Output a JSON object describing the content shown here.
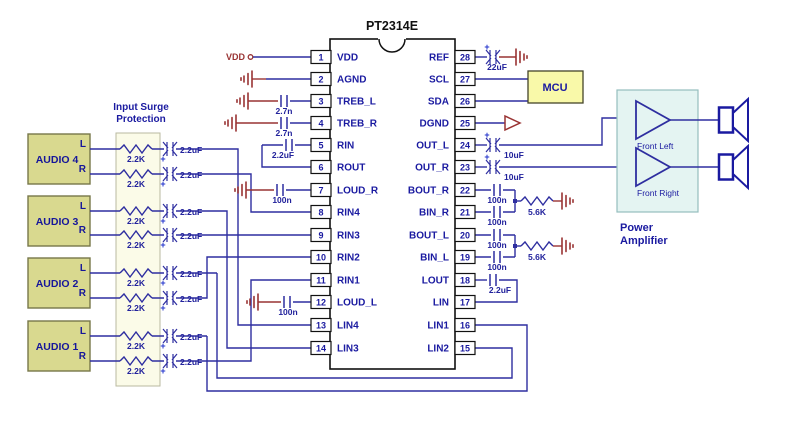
{
  "ic": {
    "title": "PT2314E",
    "left_pins": [
      {
        "num": "1",
        "label": "VDD"
      },
      {
        "num": "2",
        "label": "AGND"
      },
      {
        "num": "3",
        "label": "TREB_L"
      },
      {
        "num": "4",
        "label": "TREB_R"
      },
      {
        "num": "5",
        "label": "RIN"
      },
      {
        "num": "6",
        "label": "ROUT"
      },
      {
        "num": "7",
        "label": "LOUD_R"
      },
      {
        "num": "8",
        "label": "RIN4"
      },
      {
        "num": "9",
        "label": "RIN3"
      },
      {
        "num": "10",
        "label": "RIN2"
      },
      {
        "num": "11",
        "label": "RIN1"
      },
      {
        "num": "12",
        "label": "LOUD_L"
      },
      {
        "num": "13",
        "label": "LIN4"
      },
      {
        "num": "14",
        "label": "LIN3"
      }
    ],
    "right_pins": [
      {
        "num": "28",
        "label": "REF"
      },
      {
        "num": "27",
        "label": "SCL"
      },
      {
        "num": "26",
        "label": "SDA"
      },
      {
        "num": "25",
        "label": "DGND"
      },
      {
        "num": "24",
        "label": "OUT_L"
      },
      {
        "num": "23",
        "label": "OUT_R"
      },
      {
        "num": "22",
        "label": "BOUT_R"
      },
      {
        "num": "21",
        "label": "BIN_R"
      },
      {
        "num": "20",
        "label": "BOUT_L"
      },
      {
        "num": "19",
        "label": "BIN_L"
      },
      {
        "num": "18",
        "label": "LOUT"
      },
      {
        "num": "17",
        "label": "LIN"
      },
      {
        "num": "16",
        "label": "LIN1"
      },
      {
        "num": "15",
        "label": "LIN2"
      }
    ]
  },
  "power": {
    "vdd_label": "VDD"
  },
  "surge": {
    "title_line1": "Input Surge",
    "title_line2": "Protection",
    "resistor": "2.2K",
    "cap": "2.2uF",
    "plus": "+"
  },
  "audio": {
    "blocks": [
      "AUDIO 4",
      "AUDIO 3",
      "AUDIO 2",
      "AUDIO 1"
    ],
    "left_ch": "L",
    "right_ch": "R"
  },
  "values": {
    "treb_cap": "2.7n",
    "rin_cap": "2.2uF",
    "loud_cap": "100n",
    "ref_cap": "22uF",
    "out_cap": "10uF",
    "coupling_cap": "100n",
    "bias_res": "5.6K",
    "lout_cap": "2.2uF",
    "plus": "+"
  },
  "mcu": {
    "label": "MCU"
  },
  "amp": {
    "front_left": "Front Left",
    "front_right": "Front Right",
    "label_line1": "Power",
    "label_line2": "Amplifier"
  },
  "colors": {
    "wire": "#2e2ea0",
    "label_text": "#1a1aa0",
    "ground": "#993333",
    "audio_fill": "#d9d98f",
    "mcu_fill": "#f9f9a9",
    "amp_fill": "#e4f4f2",
    "surge_fill": "#fbfbe8"
  }
}
